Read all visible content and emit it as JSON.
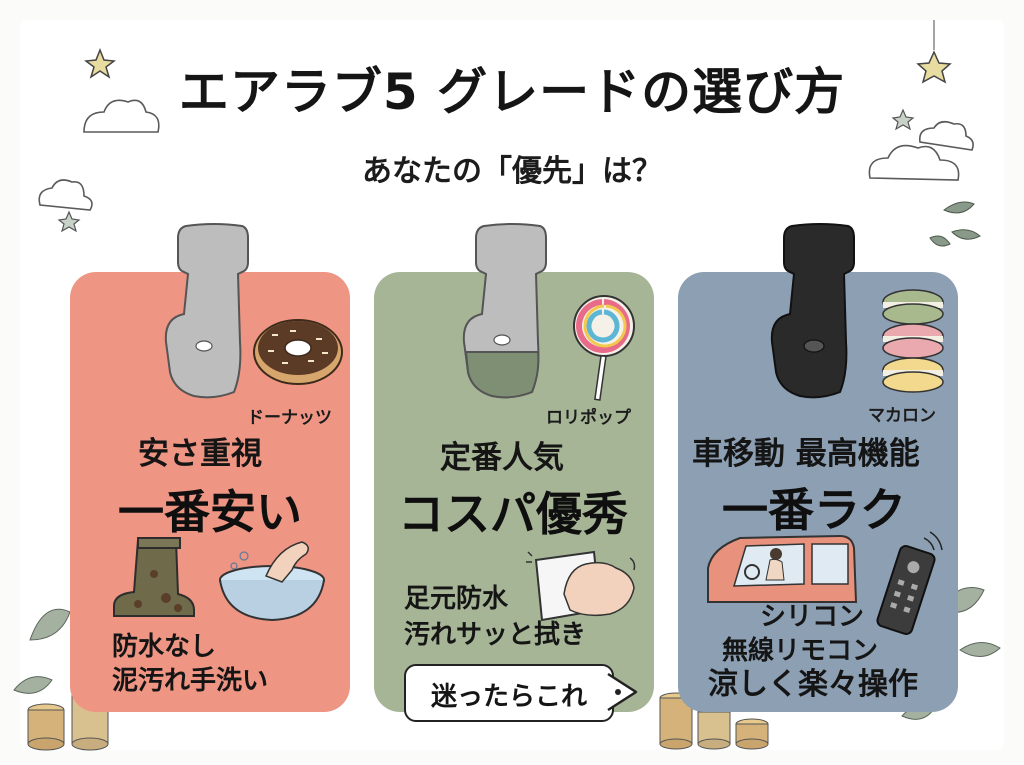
{
  "header": {
    "title": "エアラブ5 グレードの選び方",
    "subtitle": "あなたの「優先」は？"
  },
  "cards": [
    {
      "item": "ドーナッツ",
      "tagline1": "安さ重視",
      "tagline2": "一番安い",
      "features": [
        "防水なし",
        "泥汚れ手洗い"
      ],
      "color": "#ee9583"
    },
    {
      "item": "ロリポップ",
      "tagline1": "定番人気",
      "tagline2": "コスパ優秀",
      "features": [
        "足元防水",
        "汚れサッと拭き"
      ],
      "color": "#a7b597"
    },
    {
      "item": "マカロン",
      "tagline1": "車移動 最高機能",
      "tagline2": "一番ラク",
      "features": [
        "シリコン",
        "無線リモコン",
        "涼しく楽々操作"
      ],
      "color": "#8c9fb3"
    }
  ],
  "recommend": {
    "label": "迷ったらこれ"
  },
  "icons": [
    "star-icon",
    "cloud-icon",
    "leaf-icon",
    "coin-stack-icon",
    "car-seat-icon",
    "donut-icon",
    "lollipop-icon",
    "macaron-icon",
    "rain-boot-icon",
    "wash-basin-icon",
    "wipe-cloth-icon",
    "car-icon",
    "remote-control-icon"
  ]
}
